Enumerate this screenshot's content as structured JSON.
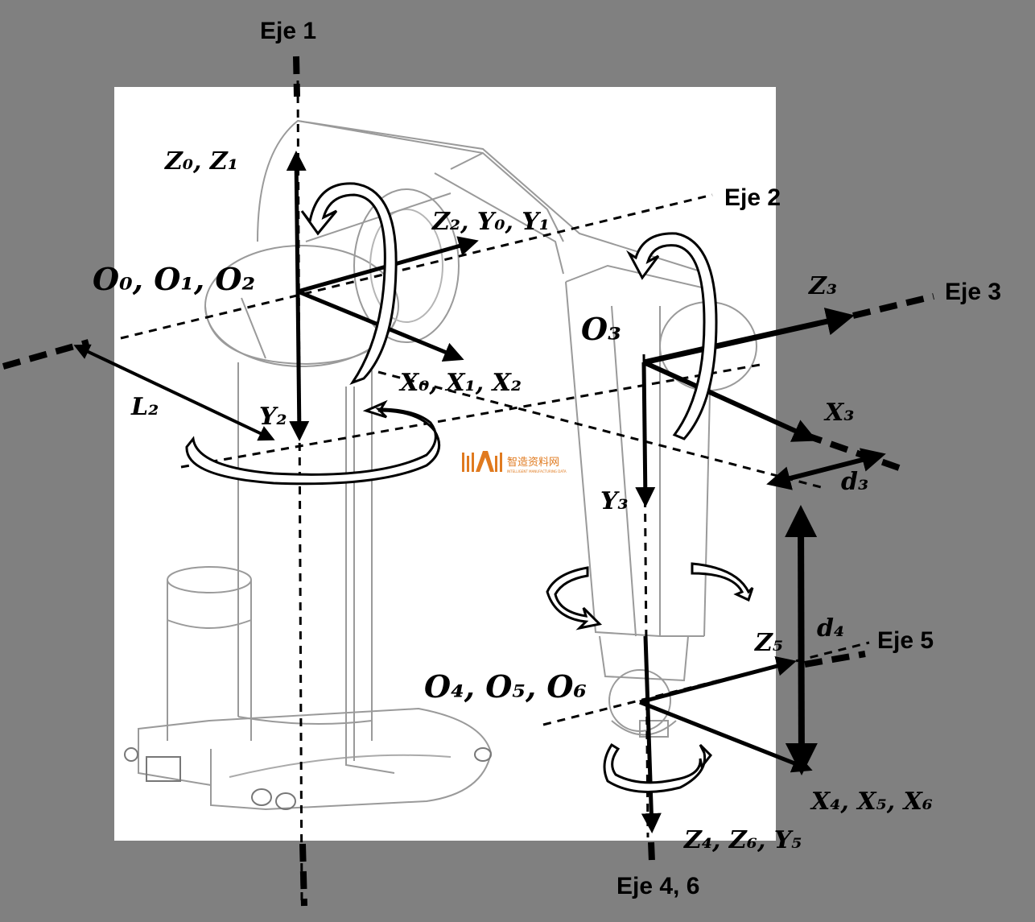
{
  "axes": {
    "eje1": "Eje 1",
    "eje2": "Eje 2",
    "eje3": "Eje 3",
    "eje46": "Eje 4, 6",
    "eje5": "Eje 5"
  },
  "frames": {
    "z0z1": "Z₀, Z₁",
    "z2y0y1": "Z₂, Y₀, Y₁",
    "x0x1x2": "X₀, X₁, X₂",
    "y2": "Y₂",
    "l2": "L₂",
    "z3": "Z₃",
    "x3": "X₃",
    "y3": "Y₃",
    "d3": "d₃",
    "d4": "d₄",
    "z5": "Z₅",
    "x456": "X₄, X₅, X₆",
    "z4z6y5": "Z₄, Z₆, Y₅"
  },
  "origins": {
    "o012": "O₀, O₁, O₂",
    "o3": "O₃",
    "o456": "O₄, O₅, O₆"
  },
  "watermark": {
    "text": "智造资料网",
    "sub": "INTELLIGENT MANUFACTURING DATA"
  },
  "colors": {
    "background": "#808080",
    "drawing": "#ffffff",
    "lines": "#000000",
    "watermark": "#e07a1f"
  }
}
